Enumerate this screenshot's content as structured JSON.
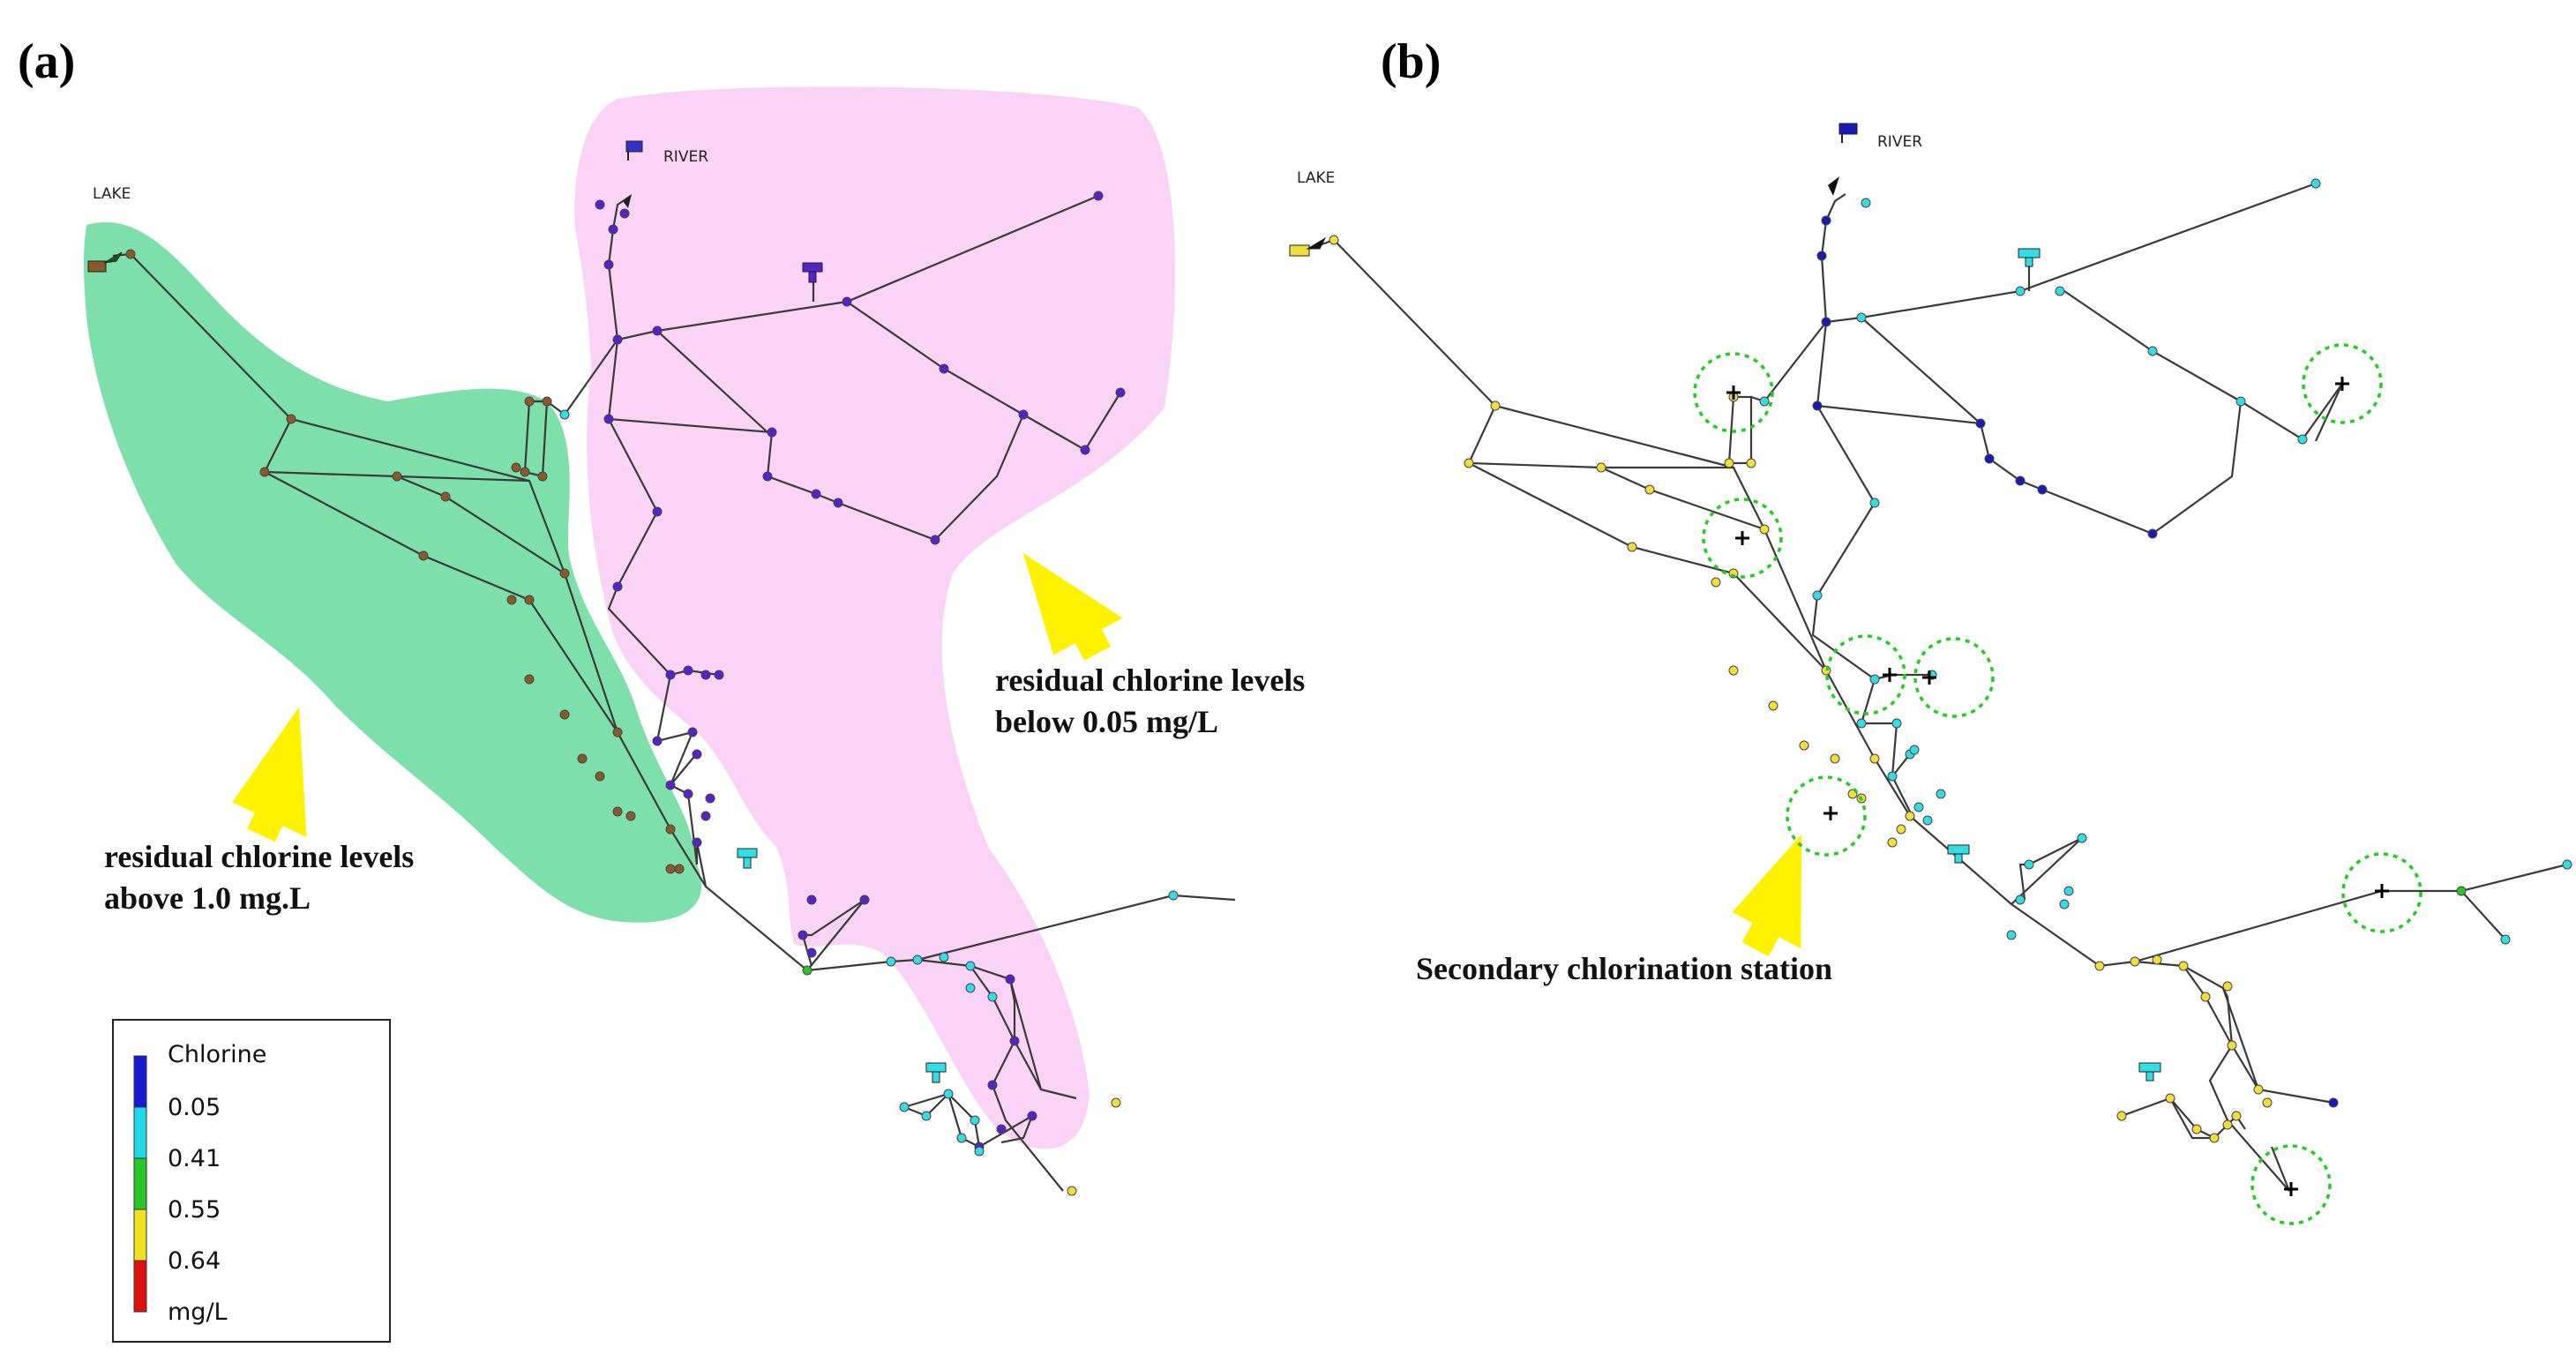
{
  "panels": {
    "a": {
      "label": "(a)",
      "lake_label": "LAKE",
      "river_label": "RIVER",
      "callout_high_line1": "residual chlorine levels",
      "callout_high_line2": "above 1.0 mg.L",
      "callout_low_line1": "residual chlorine levels",
      "callout_low_line2": "below 0.05 mg/L"
    },
    "b": {
      "label": "(b)",
      "lake_label": "LAKE",
      "river_label": "RIVER",
      "callout_station": "Secondary chlorination station"
    }
  },
  "legend": {
    "title": "Chlorine",
    "thresholds": [
      "0.05",
      "0.41",
      "0.55",
      "0.64"
    ],
    "unit": "mg/L",
    "colors": [
      "#1a1ad6",
      "#22d8e8",
      "#28c628",
      "#f0e020",
      "#e01010"
    ]
  },
  "colors": {
    "high_chlorine_zone": "#7ddfaa",
    "low_chlorine_zone": "#fbd3f6",
    "arrow": "#fff200",
    "station_ring": "#22cc22",
    "purple_node": "#5522cc",
    "brown_node": "#8b5a2b",
    "cyan_node": "#33dde6",
    "yellow_node": "#f2de3a",
    "blue_node": "#1a1ab8"
  }
}
